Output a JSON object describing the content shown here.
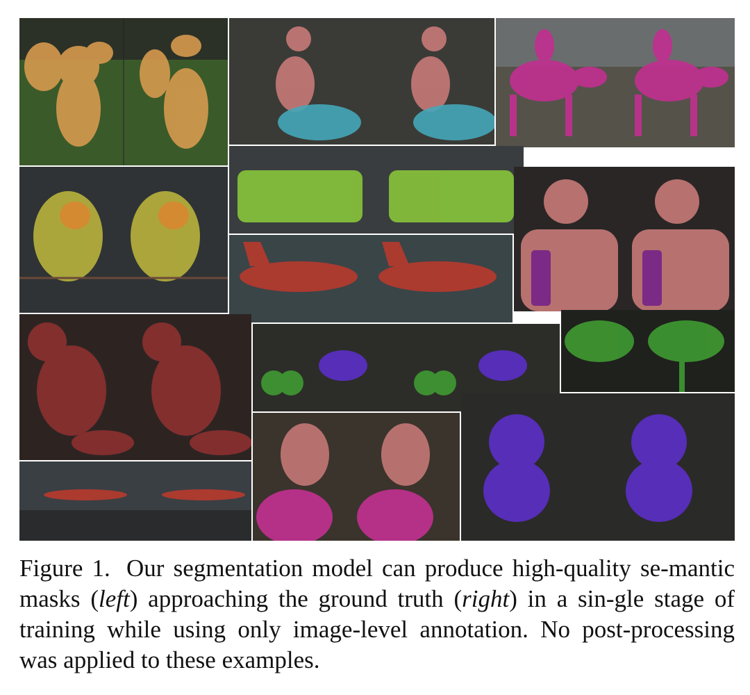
{
  "caption": {
    "label": "Figure 1.",
    "part1": "Our segmentation model can produce high-quality se-mantic masks (",
    "left": "left",
    "part2": ") approaching the ground truth (",
    "right": "right",
    "part3": ") in a sin-gle stage of training while using only image-level annotation. No post-processing was applied to these examples."
  },
  "colors": {
    "sheep": "#d69a4e",
    "person": "#c77a78",
    "motorbike": "#45a7b8",
    "horse": "#c0308f",
    "train": "#86c23a",
    "bird": "#b9b23c",
    "aeroplane": "#b23a2e",
    "bottle": "#7b2a86",
    "cat": "#8a3030",
    "plant": "#3f9a32",
    "dog": "#5a2fc4"
  }
}
